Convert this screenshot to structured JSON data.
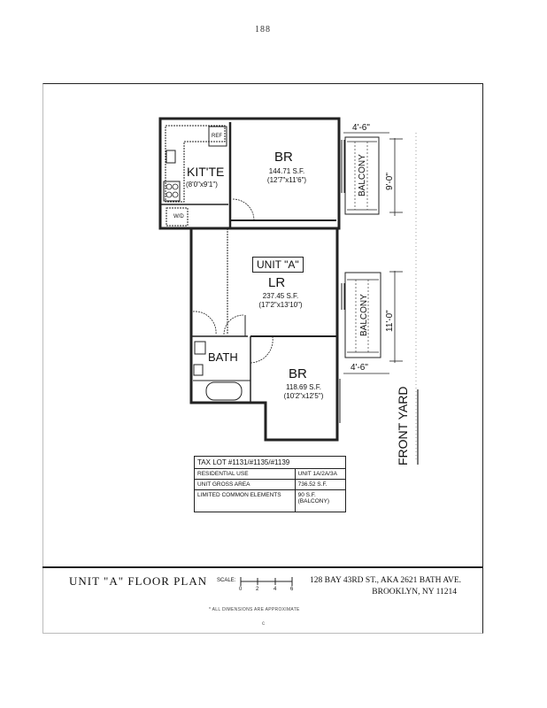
{
  "page_number": "188",
  "plan": {
    "unit_label": "UNIT \"A\"",
    "rooms": [
      {
        "id": "br1",
        "name": "BR",
        "area": "144.71 S.F.",
        "dims": "(12'7\"x11'6\")"
      },
      {
        "id": "kitchenette",
        "name": "KIT'TE",
        "dims": "(8'0\"x9'1\")"
      },
      {
        "id": "lr",
        "name": "LR",
        "area": "237.45 S.F.",
        "dims": "(17'2\"x13'10\")"
      },
      {
        "id": "bath",
        "name": "BATH"
      },
      {
        "id": "br2",
        "name": "BR",
        "area": "118.69 S.F.",
        "dims": "(10'2\"x12'5\")"
      }
    ],
    "fixtures": {
      "refrigerator": "REF",
      "washer_dryer": "W/D"
    },
    "balconies": [
      {
        "label": "BALCONY",
        "width": "4'-6\"",
        "length": "9'-0\""
      },
      {
        "label": "BALCONY",
        "width": "4'-6\"",
        "length": "11'-0\""
      }
    ],
    "front_yard": "FRONT YARD"
  },
  "tax_table": {
    "header": "TAX LOT #1131/#1135/#1139",
    "rows": [
      {
        "label": "RESIDENTIAL USE",
        "value": "UNIT 1A/2A/3A"
      },
      {
        "label": "UNIT GROSS AREA",
        "value": "736.52 S.F."
      },
      {
        "label": "LIMITED COMMON ELEMENTS",
        "value": "90 S.F.",
        "value2": "(BALCONY)"
      }
    ]
  },
  "title_block": {
    "title": "UNIT \"A\"  FLOOR  PLAN",
    "scale_label": "SCALE:",
    "scale_ticks": [
      "0",
      "2",
      "4",
      "6"
    ],
    "address_line1": "128 BAY 43RD ST., AKA 2621 BATH AVE.",
    "address_line2": "BROOKLYN, NY 11214",
    "note": "* ALL DIMENSIONS ARE APPROXIMATE",
    "mark": "c"
  }
}
